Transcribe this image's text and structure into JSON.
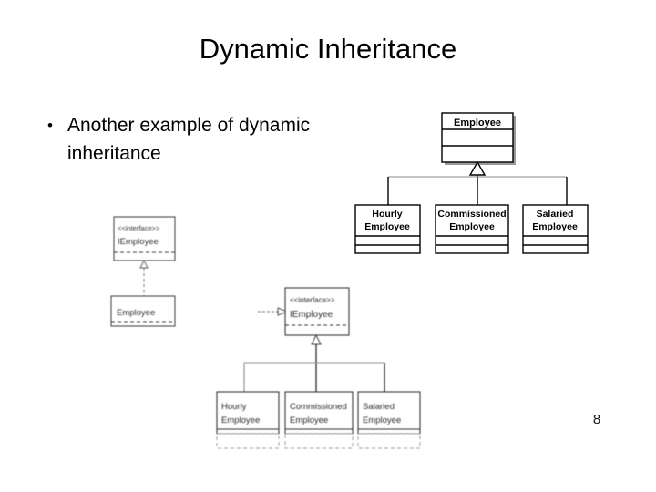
{
  "slide": {
    "title": "Dynamic Inheritance",
    "page_number": "8",
    "background_color": "#ffffff",
    "text_color": "#000000"
  },
  "bullets": [
    {
      "marker": "•",
      "text": "Another example of dynamic inheritance"
    }
  ],
  "figures": {
    "top_diagram": {
      "name": "static-inheritance-uml",
      "type": "uml-class-diagram",
      "relationship": "generalization",
      "superclass": {
        "name": "Employee",
        "compartments": 3
      },
      "subclasses": [
        {
          "line1": "Hourly",
          "line2": "Employee"
        },
        {
          "line1": "Commissioned",
          "line2": "Employee"
        },
        {
          "line1": "Salaried",
          "line2": "Employee"
        }
      ]
    },
    "left_diagram": {
      "name": "interface-realization-uml",
      "type": "uml-class-diagram",
      "relationship": "realization",
      "interface": {
        "stereotype": "<<interface>>",
        "name": "IEmployee"
      },
      "implementor": {
        "name": "Employee"
      }
    },
    "bottom_diagram": {
      "name": "dynamic-inheritance-uml",
      "type": "uml-class-diagram",
      "relationship": "realization",
      "interface": {
        "stereotype": "<<interface>>",
        "name": "IEmployee"
      },
      "subclasses": [
        {
          "line1": "Hourly",
          "line2": "Employee"
        },
        {
          "line1": "Commissioned",
          "line2": "Employee"
        },
        {
          "line1": "Salaried",
          "line2": "Employee"
        }
      ]
    }
  }
}
